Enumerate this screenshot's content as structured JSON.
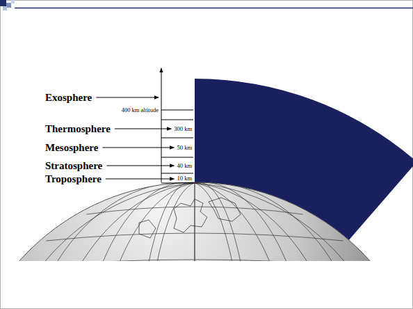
{
  "diagram": {
    "labels": [
      "Exosphere",
      "400 km altitude",
      "Thermosphere",
      "300 km",
      "Mesosphere",
      "50 km",
      "Stratosphere",
      "40 km",
      "Troposphere",
      "10 km"
    ]
  }
}
